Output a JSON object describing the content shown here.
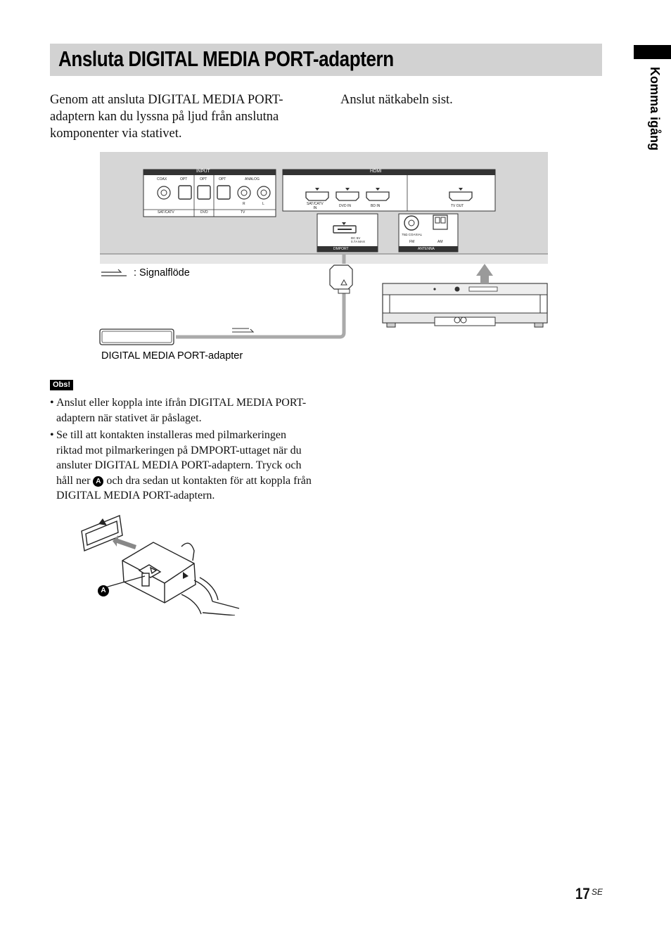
{
  "page": {
    "title": "Ansluta DIGITAL MEDIA PORT-adaptern",
    "side_label": "Komma igång",
    "intro": "Genom att ansluta DIGITAL MEDIA PORT-adaptern kan du lyssna på ljud från anslutna komponenter via stativet.",
    "intro2": "Anslut nätkabeln sist.",
    "page_number": "17",
    "page_suffix": "SE"
  },
  "diagram": {
    "input_header": "INPUT",
    "hdmi_header": "HDMI",
    "coax": "COAX",
    "opt1": "OPT",
    "opt2": "OPT",
    "opt3": "OPT",
    "analog": "ANALOG",
    "r": "R",
    "l": "L",
    "sat_catv": "SAT/CATV",
    "dvd": "DVD",
    "tv": "TV",
    "hdmi_sat_catv_in": "SAT/CATV\nIN",
    "dvd_in": "DVD IN",
    "bd_in": "BD IN",
    "tv_out": "TV OUT",
    "dc_rating": "DC 5V\n0.7A MAX",
    "dmport": "DMPORT",
    "coaxial": "75Ω COAXIAL",
    "fm": "FM",
    "am": "AM",
    "antenna": "ANTENNA",
    "signal_legend": ": Signalflöde",
    "adapter_label": "DIGITAL MEDIA PORT-adapter"
  },
  "notes": {
    "badge": "Obs!",
    "bullet": "•",
    "items": [
      "Anslut eller koppla inte ifrån DIGITAL MEDIA PORT-adaptern när stativet är påslaget.",
      "Se till att kontakten installeras med pilmarkeringen riktad mot pilmarkeringen på DMPORT-uttaget när du ansluter DIGITAL MEDIA PORT-adaptern. Tryck och håll ner"
    ],
    "item2_tail": "och dra sedan ut kontakten för att koppla från DIGITAL MEDIA PORT-adaptern.",
    "marker": "A"
  }
}
